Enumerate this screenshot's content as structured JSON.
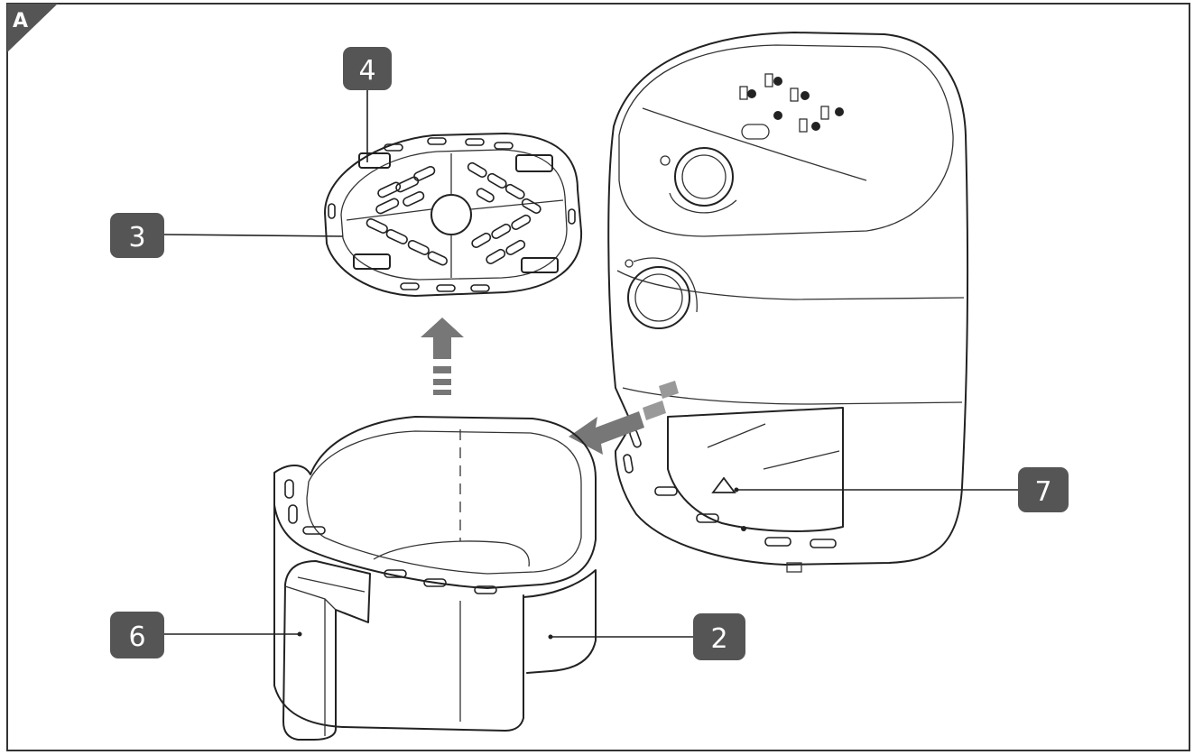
{
  "figure": {
    "label": "A",
    "callouts": [
      {
        "id": "4",
        "text": "4"
      },
      {
        "id": "3",
        "text": "3"
      },
      {
        "id": "7",
        "text": "7"
      },
      {
        "id": "6",
        "text": "6"
      },
      {
        "id": "2",
        "text": "2"
      }
    ]
  },
  "colors": {
    "callout_fill": "#555555",
    "callout_text": "#ffffff",
    "line": "#222222",
    "arrow": "#777777",
    "frame": "#333333"
  },
  "icons": [
    "up-arrow-icon",
    "left-pull-arrow-icon",
    "hot-surface-warning-icon"
  ]
}
